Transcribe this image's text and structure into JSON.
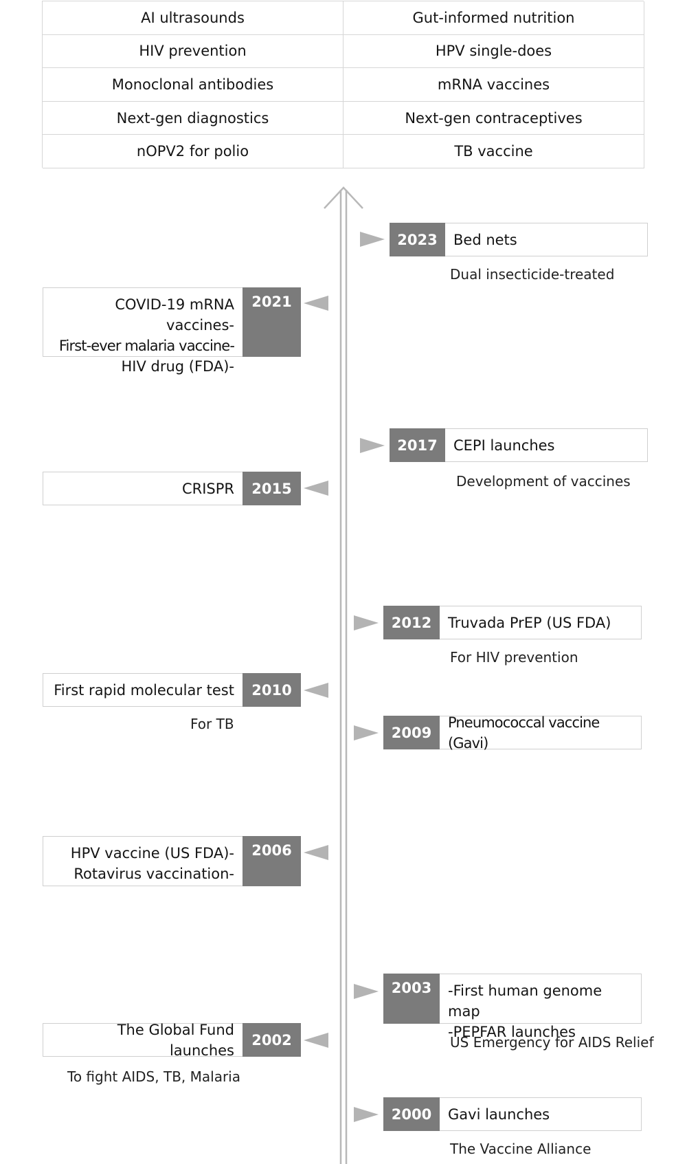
{
  "innovations": [
    [
      "AI ultrasounds",
      "Gut-informed nutrition"
    ],
    [
      "HIV prevention",
      "HPV single-does"
    ],
    [
      "Monoclonal antibodies",
      "mRNA vaccines"
    ],
    [
      "Next-gen diagnostics",
      "Next-gen contraceptives"
    ],
    [
      "nOPV2 for polio",
      "TB vaccine"
    ]
  ],
  "timeline": {
    "e2023": {
      "year": "2023",
      "lines": [
        "Bed nets"
      ],
      "note": "Dual insecticide-treated"
    },
    "e2021": {
      "year": "2021",
      "lines": [
        "COVID-19 mRNA vaccines-",
        "First-ever malaria vaccine-",
        "HIV drug (FDA)-"
      ]
    },
    "e2017": {
      "year": "2017",
      "lines": [
        "CEPI launches"
      ],
      "note": "Development of vaccines"
    },
    "e2015": {
      "year": "2015",
      "lines": [
        "CRISPR"
      ]
    },
    "e2012": {
      "year": "2012",
      "lines": [
        "Truvada PrEP (US FDA)"
      ],
      "note": "For HIV prevention"
    },
    "e2010": {
      "year": "2010",
      "lines": [
        "First rapid molecular test"
      ],
      "note": "For TB"
    },
    "e2009": {
      "year": "2009",
      "lines": [
        "Pneumococcal vaccine (Gavi)"
      ]
    },
    "e2006": {
      "year": "2006",
      "lines": [
        "HPV vaccine (US FDA)-",
        "Rotavirus vaccination-"
      ]
    },
    "e2003": {
      "year": "2003",
      "lines": [
        "-First human genome map",
        "-PEPFAR launches"
      ],
      "note": "US Emergency for AIDS Relief"
    },
    "e2002": {
      "year": "2002",
      "lines": [
        "The Global Fund launches"
      ],
      "note": "To fight AIDS, TB, Malaria"
    },
    "e2000": {
      "year": "2000",
      "lines": [
        "Gavi launches"
      ],
      "note": "The Vaccine Alliance"
    }
  },
  "colors": {
    "year_box": "#7b7b7b",
    "arrow": "#b3b3b3",
    "border": "#cfcfcf"
  }
}
